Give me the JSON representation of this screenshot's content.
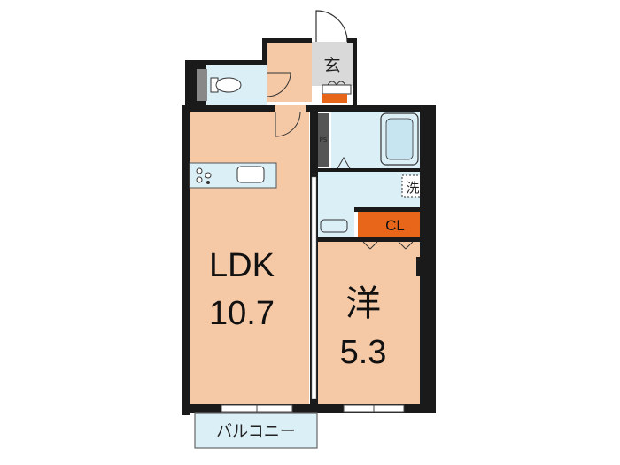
{
  "rooms": {
    "ldk": {
      "name": "LDK",
      "size": "10.7"
    },
    "western": {
      "name": "洋",
      "size": "5.3"
    },
    "entrance": {
      "name": "玄"
    },
    "closet": {
      "name": "CL"
    },
    "laundry": {
      "name": "洗"
    },
    "ps": {
      "name": "PS"
    },
    "balcony": {
      "name": "バルコニー"
    }
  },
  "colors": {
    "room_fill": "#f5c9a6",
    "wet_area_fill": "#dbeff7",
    "closet_fill": "#e8661a",
    "wall": "#1a1a1a",
    "corridor_fill": "#f5c9a6",
    "entrance_fill": "#d9d9d9"
  },
  "icons": [
    "door-swing-icon",
    "toilet-icon",
    "bathtub-icon",
    "sink-icon",
    "kitchen-stove-icon",
    "shoe-rack-icon",
    "washing-machine-icon"
  ]
}
